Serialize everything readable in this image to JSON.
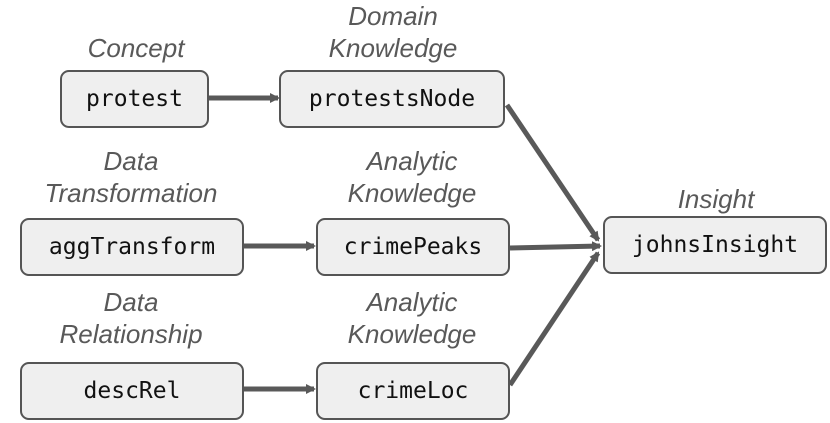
{
  "nodes": {
    "protest": {
      "label": "protest",
      "category": "Concept"
    },
    "protestsNode": {
      "label": "protestsNode",
      "category_line1": "Domain",
      "category_line2": "Knowledge"
    },
    "aggTransform": {
      "label": "aggTransform",
      "category_line1": "Data",
      "category_line2": "Transformation"
    },
    "crimePeaks": {
      "label": "crimePeaks",
      "category_line1": "Analytic",
      "category_line2": "Knowledge"
    },
    "descRel": {
      "label": "descRel",
      "category_line1": "Data",
      "category_line2": "Relationship"
    },
    "crimeLoc": {
      "label": "crimeLoc",
      "category_line1": "Analytic",
      "category_line2": "Knowledge"
    },
    "johnsInsight": {
      "label": "johnsInsight",
      "category": "Insight"
    }
  },
  "edges": [
    {
      "from": "protest",
      "to": "protestsNode"
    },
    {
      "from": "aggTransform",
      "to": "crimePeaks"
    },
    {
      "from": "descRel",
      "to": "crimeLoc"
    },
    {
      "from": "protestsNode",
      "to": "johnsInsight"
    },
    {
      "from": "crimePeaks",
      "to": "johnsInsight"
    },
    {
      "from": "crimeLoc",
      "to": "johnsInsight"
    }
  ],
  "colors": {
    "node_fill": "#efefef",
    "node_border": "#555555",
    "edge": "#595959",
    "category_text": "#595959"
  }
}
